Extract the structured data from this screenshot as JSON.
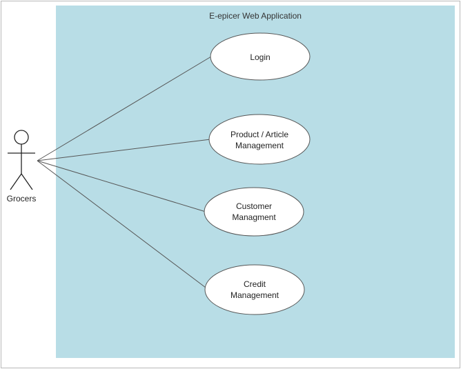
{
  "system": {
    "title": "E-epicer Web Application",
    "fill_color": "#b8dde6",
    "border_color": "#8fb8c4"
  },
  "actor": {
    "label": "Grocers"
  },
  "use_cases": [
    {
      "lines": [
        "Login"
      ]
    },
    {
      "lines": [
        "Product / Article",
        "Management"
      ]
    },
    {
      "lines": [
        "Customer",
        "Managment"
      ]
    },
    {
      "lines": [
        "Credit",
        "Management"
      ]
    }
  ],
  "colors": {
    "ellipse_fill": "#ffffff",
    "stroke": "#555555",
    "text": "#222222",
    "frame": "#b8b8b8"
  }
}
